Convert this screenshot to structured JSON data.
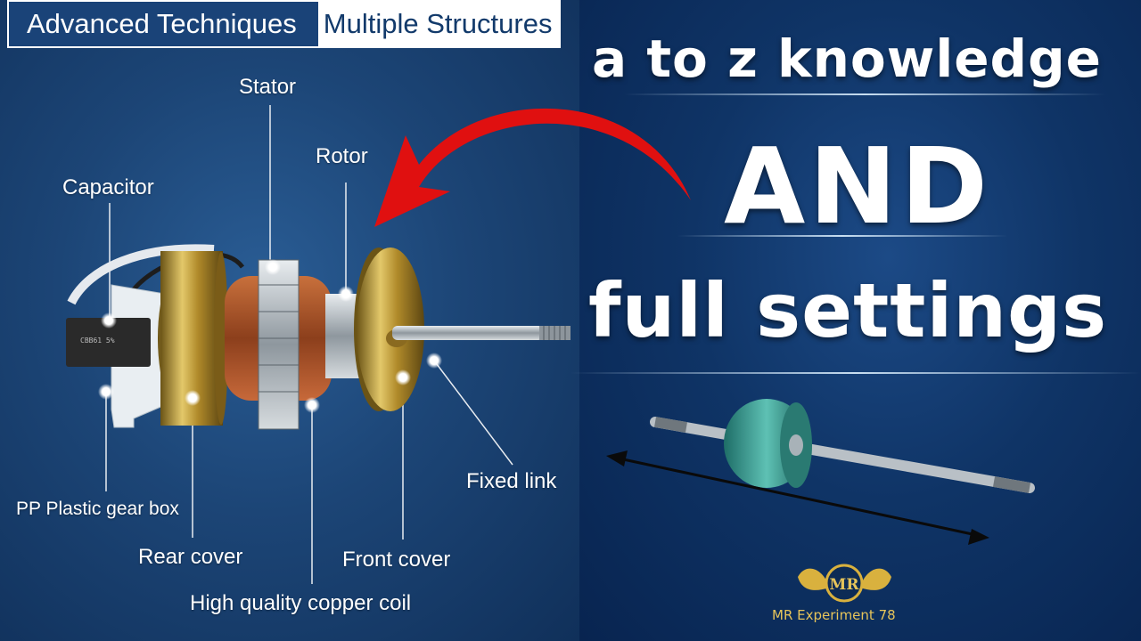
{
  "tabs": {
    "tab1": "Advanced Techniques",
    "tab2": "Multiple Structures"
  },
  "labels": {
    "stator": "Stator",
    "rotor": "Rotor",
    "capacitor": "Capacitor",
    "fixed_link": "Fixed link",
    "gear_box": "PP Plastic gear box",
    "rear_cover": "Rear cover",
    "front_cover": "Front cover",
    "copper_coil": "High quality copper coil"
  },
  "headline": {
    "line1": "a to z knowledge",
    "line2": "AND",
    "line3": "full settings"
  },
  "logo": {
    "initials": "MR",
    "text": "MR Experiment 78"
  },
  "colors": {
    "accent_red": "#e01010",
    "gold": "#e6c45a",
    "panel_blue": "#1c4576"
  }
}
